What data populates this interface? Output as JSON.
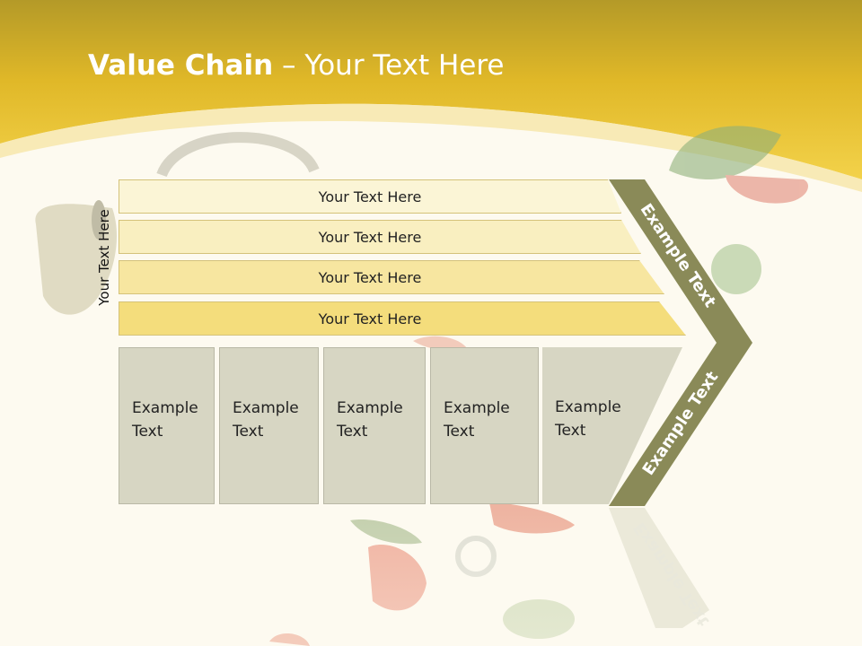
{
  "slide": {
    "title_bold": "Value Chain",
    "title_rest": " – Your Text Here",
    "side_label": "Your Text Here",
    "bars": [
      {
        "label": "Your Text Here"
      },
      {
        "label": "Your Text Here"
      },
      {
        "label": "Your Text Here"
      },
      {
        "label": "Your Text Here"
      }
    ],
    "boxes": [
      {
        "line1": "Example",
        "line2": "Text"
      },
      {
        "line1": "Example",
        "line2": "Text"
      },
      {
        "line1": "Example",
        "line2": "Text"
      },
      {
        "line1": "Example",
        "line2": "Text"
      },
      {
        "line1": "Example",
        "line2": "Text"
      }
    ],
    "chevron_top_text": "Example Text",
    "chevron_bottom_text": "Example Text",
    "reflection_text": "Example Text"
  },
  "colors": {
    "header_gold": "#e9c21f",
    "bar1": "#fbf5d6",
    "bar2": "#f9efc0",
    "bar3": "#f7e6a0",
    "bar4": "#f4dd7c",
    "box_fill": "#d7d6c3",
    "chevron_olive": "#8a8a58"
  }
}
